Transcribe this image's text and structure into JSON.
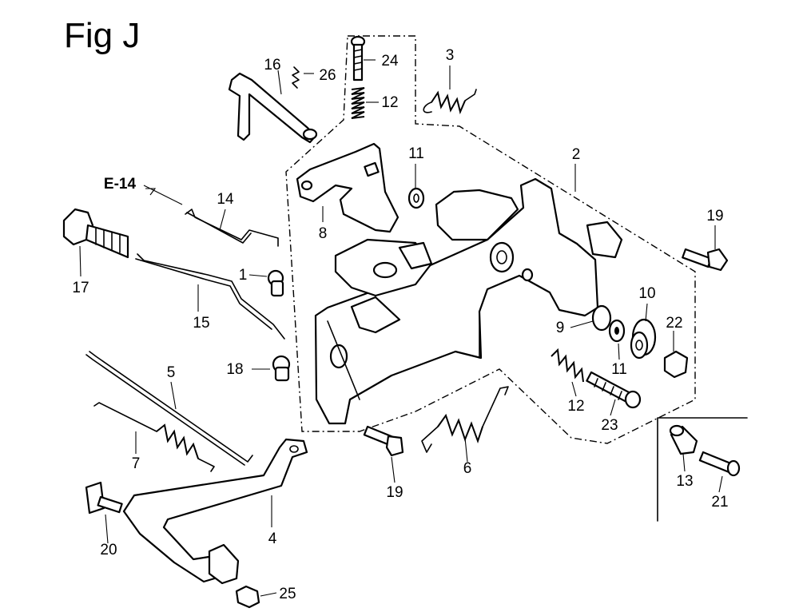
{
  "figure": {
    "title": "Fig J"
  },
  "reference": {
    "label": "E-14"
  },
  "callouts": [
    "1",
    "2",
    "3",
    "4",
    "5",
    "6",
    "7",
    "8",
    "9",
    "10",
    "11",
    "11",
    "12",
    "12",
    "13",
    "14",
    "15",
    "16",
    "17",
    "18",
    "19",
    "19",
    "20",
    "21",
    "22",
    "23",
    "24",
    "25",
    "26"
  ]
}
